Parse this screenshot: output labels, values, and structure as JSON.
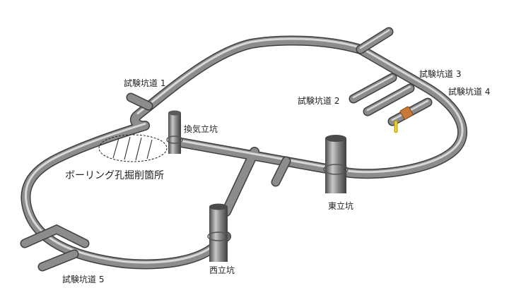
{
  "labels": {
    "drift1": "試験坑道 1",
    "drift2": "試験坑道 2",
    "drift3": "試験坑道 3",
    "drift4": "試験坑道 4",
    "drift5": "試験坑道 5",
    "ventilation_shaft": "換気立坑",
    "east_shaft": "東立坑",
    "west_shaft": "西立坑",
    "boring_site": "ボーリング孔掘削箇所"
  },
  "colors": {
    "tunnel": "#7c7c7c",
    "tunnel_highlight": "#cfcfcf",
    "tunnel_shadow": "#4a4a4a",
    "plug": "#c8793a",
    "plug_tip": "#e0c240",
    "background": "#ffffff"
  }
}
